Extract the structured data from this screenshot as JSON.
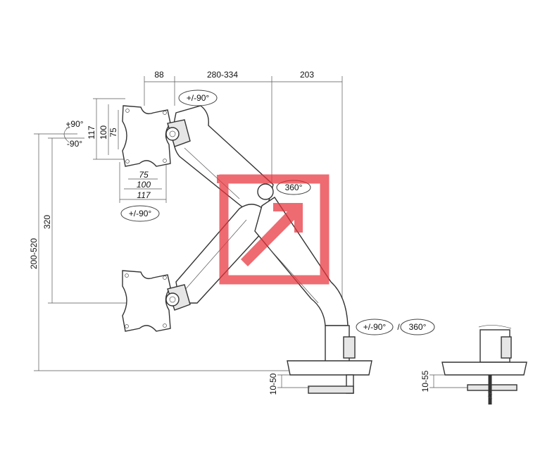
{
  "dimensions": {
    "top_left": "88",
    "top_mid": "280-334",
    "top_right": "203",
    "vesa_v_outer": "117",
    "vesa_v_mid": "100",
    "vesa_v_inner": "75",
    "vesa_h_inner": "75",
    "vesa_h_mid": "100",
    "vesa_h_outer": "117",
    "height_range": "200-520",
    "height_inner": "320",
    "clamp_range": "10-50",
    "grommet_range": "10-55"
  },
  "rotations": {
    "tilt_up": "+90°",
    "tilt_down": "-90°",
    "top_swivel": "+/-90°",
    "mid_swivel": "+/-90°",
    "joint_rotation": "360°",
    "base_swivel": "+/-90°",
    "base_rotation": "360°",
    "separator": "/"
  },
  "colors": {
    "line": "#333333",
    "logo_accent": "#e8333b"
  },
  "icons": {
    "watermark": "red-square-arrow-logo"
  }
}
